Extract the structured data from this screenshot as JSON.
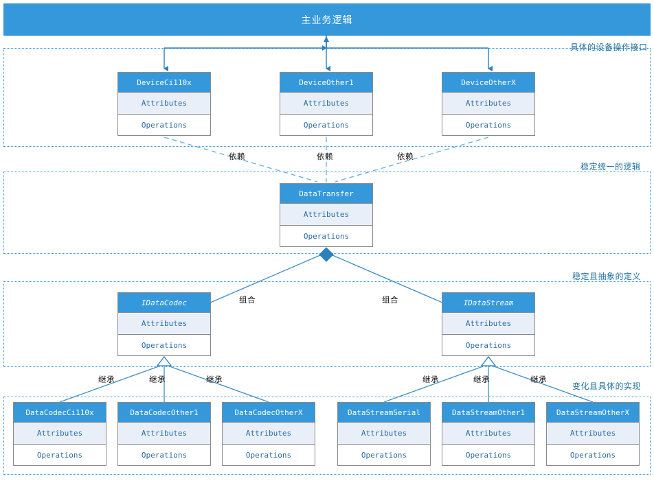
{
  "banner": {
    "title": "主业务逻辑"
  },
  "zones": [
    {
      "name": "device-interface-zone",
      "label": "具体的设备操作接口"
    },
    {
      "name": "stable-logic-zone",
      "label": "稳定统一的逻辑"
    },
    {
      "name": "abstract-definition-zone",
      "label": "稳定且抽象的定义"
    },
    {
      "name": "concrete-implementation-zone",
      "label": "变化且具体的实现"
    }
  ],
  "section_labels": {
    "attributes": "Attributes",
    "operations": "Operations"
  },
  "classes": {
    "devices": [
      {
        "name": "DeviceCi110x",
        "attributes": "Attributes",
        "operations": "Operations",
        "interface": false
      },
      {
        "name": "DeviceOther1",
        "attributes": "Attributes",
        "operations": "Operations",
        "interface": false
      },
      {
        "name": "DeviceOtherX",
        "attributes": "Attributes",
        "operations": "Operations",
        "interface": false
      }
    ],
    "transfer": {
      "name": "DataTransfer",
      "attributes": "Attributes",
      "operations": "Operations",
      "interface": false
    },
    "interfaces": [
      {
        "name": "IDataCodec",
        "attributes": "Attributes",
        "operations": "Operations",
        "interface": true
      },
      {
        "name": "IDataStream",
        "attributes": "Attributes",
        "operations": "Operations",
        "interface": true
      }
    ],
    "implementations": [
      {
        "name": "DataCodecCi110x",
        "attributes": "Attributes",
        "operations": "Operations",
        "interface": false
      },
      {
        "name": "DataCodecOther1",
        "attributes": "Attributes",
        "operations": "Operations",
        "interface": false
      },
      {
        "name": "DataCodecOtherX",
        "attributes": "Attributes",
        "operations": "Operations",
        "interface": false
      },
      {
        "name": "DataStreamSerial",
        "attributes": "Attributes",
        "operations": "Operations",
        "interface": false
      },
      {
        "name": "DataStreamOther1",
        "attributes": "Attributes",
        "operations": "Operations",
        "interface": false
      },
      {
        "name": "DataStreamOtherX",
        "attributes": "Attributes",
        "operations": "Operations",
        "interface": false
      }
    ]
  },
  "edge_labels": {
    "dependency": "依赖",
    "composition": "组合",
    "inheritance": "继承"
  },
  "edges": [
    {
      "kind": "dependency",
      "label": "依赖"
    },
    {
      "kind": "dependency",
      "label": "依赖"
    },
    {
      "kind": "dependency",
      "label": "依赖"
    },
    {
      "kind": "composition",
      "label": "组合"
    },
    {
      "kind": "composition",
      "label": "组合"
    },
    {
      "kind": "inheritance",
      "label": "继承"
    },
    {
      "kind": "inheritance",
      "label": "继承"
    },
    {
      "kind": "inheritance",
      "label": "继承"
    },
    {
      "kind": "inheritance",
      "label": "继承"
    },
    {
      "kind": "inheritance",
      "label": "继承"
    },
    {
      "kind": "inheritance",
      "label": "继承"
    }
  ],
  "colors": {
    "accent": "#3498db",
    "header_text": "#ffffff",
    "attribute_bg": "#e8eff8",
    "body_text": "#2b6ca3",
    "zone_border": "#3498db",
    "box_border": "#8a8a8a",
    "zone_label_text": "#1f6f9e",
    "edge_label_text": "#111111"
  }
}
